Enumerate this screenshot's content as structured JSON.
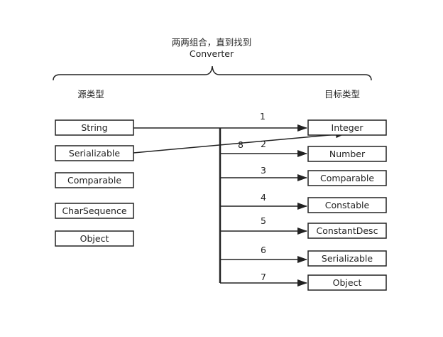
{
  "header": {
    "line1": "两两组合，直到找到",
    "line2": "Converter"
  },
  "source_label": "源类型",
  "target_label": "目标类型",
  "source_types": [
    "String",
    "Serializable",
    "Comparable",
    "CharSequence",
    "Object"
  ],
  "target_types": [
    "Integer",
    "Number",
    "Comparable",
    "Constable",
    "ConstantDesc",
    "Serializable",
    "Object"
  ],
  "arrow_numbers": [
    "1",
    "2",
    "3",
    "4",
    "5",
    "6",
    "7"
  ],
  "cross_arrow_number": "8"
}
